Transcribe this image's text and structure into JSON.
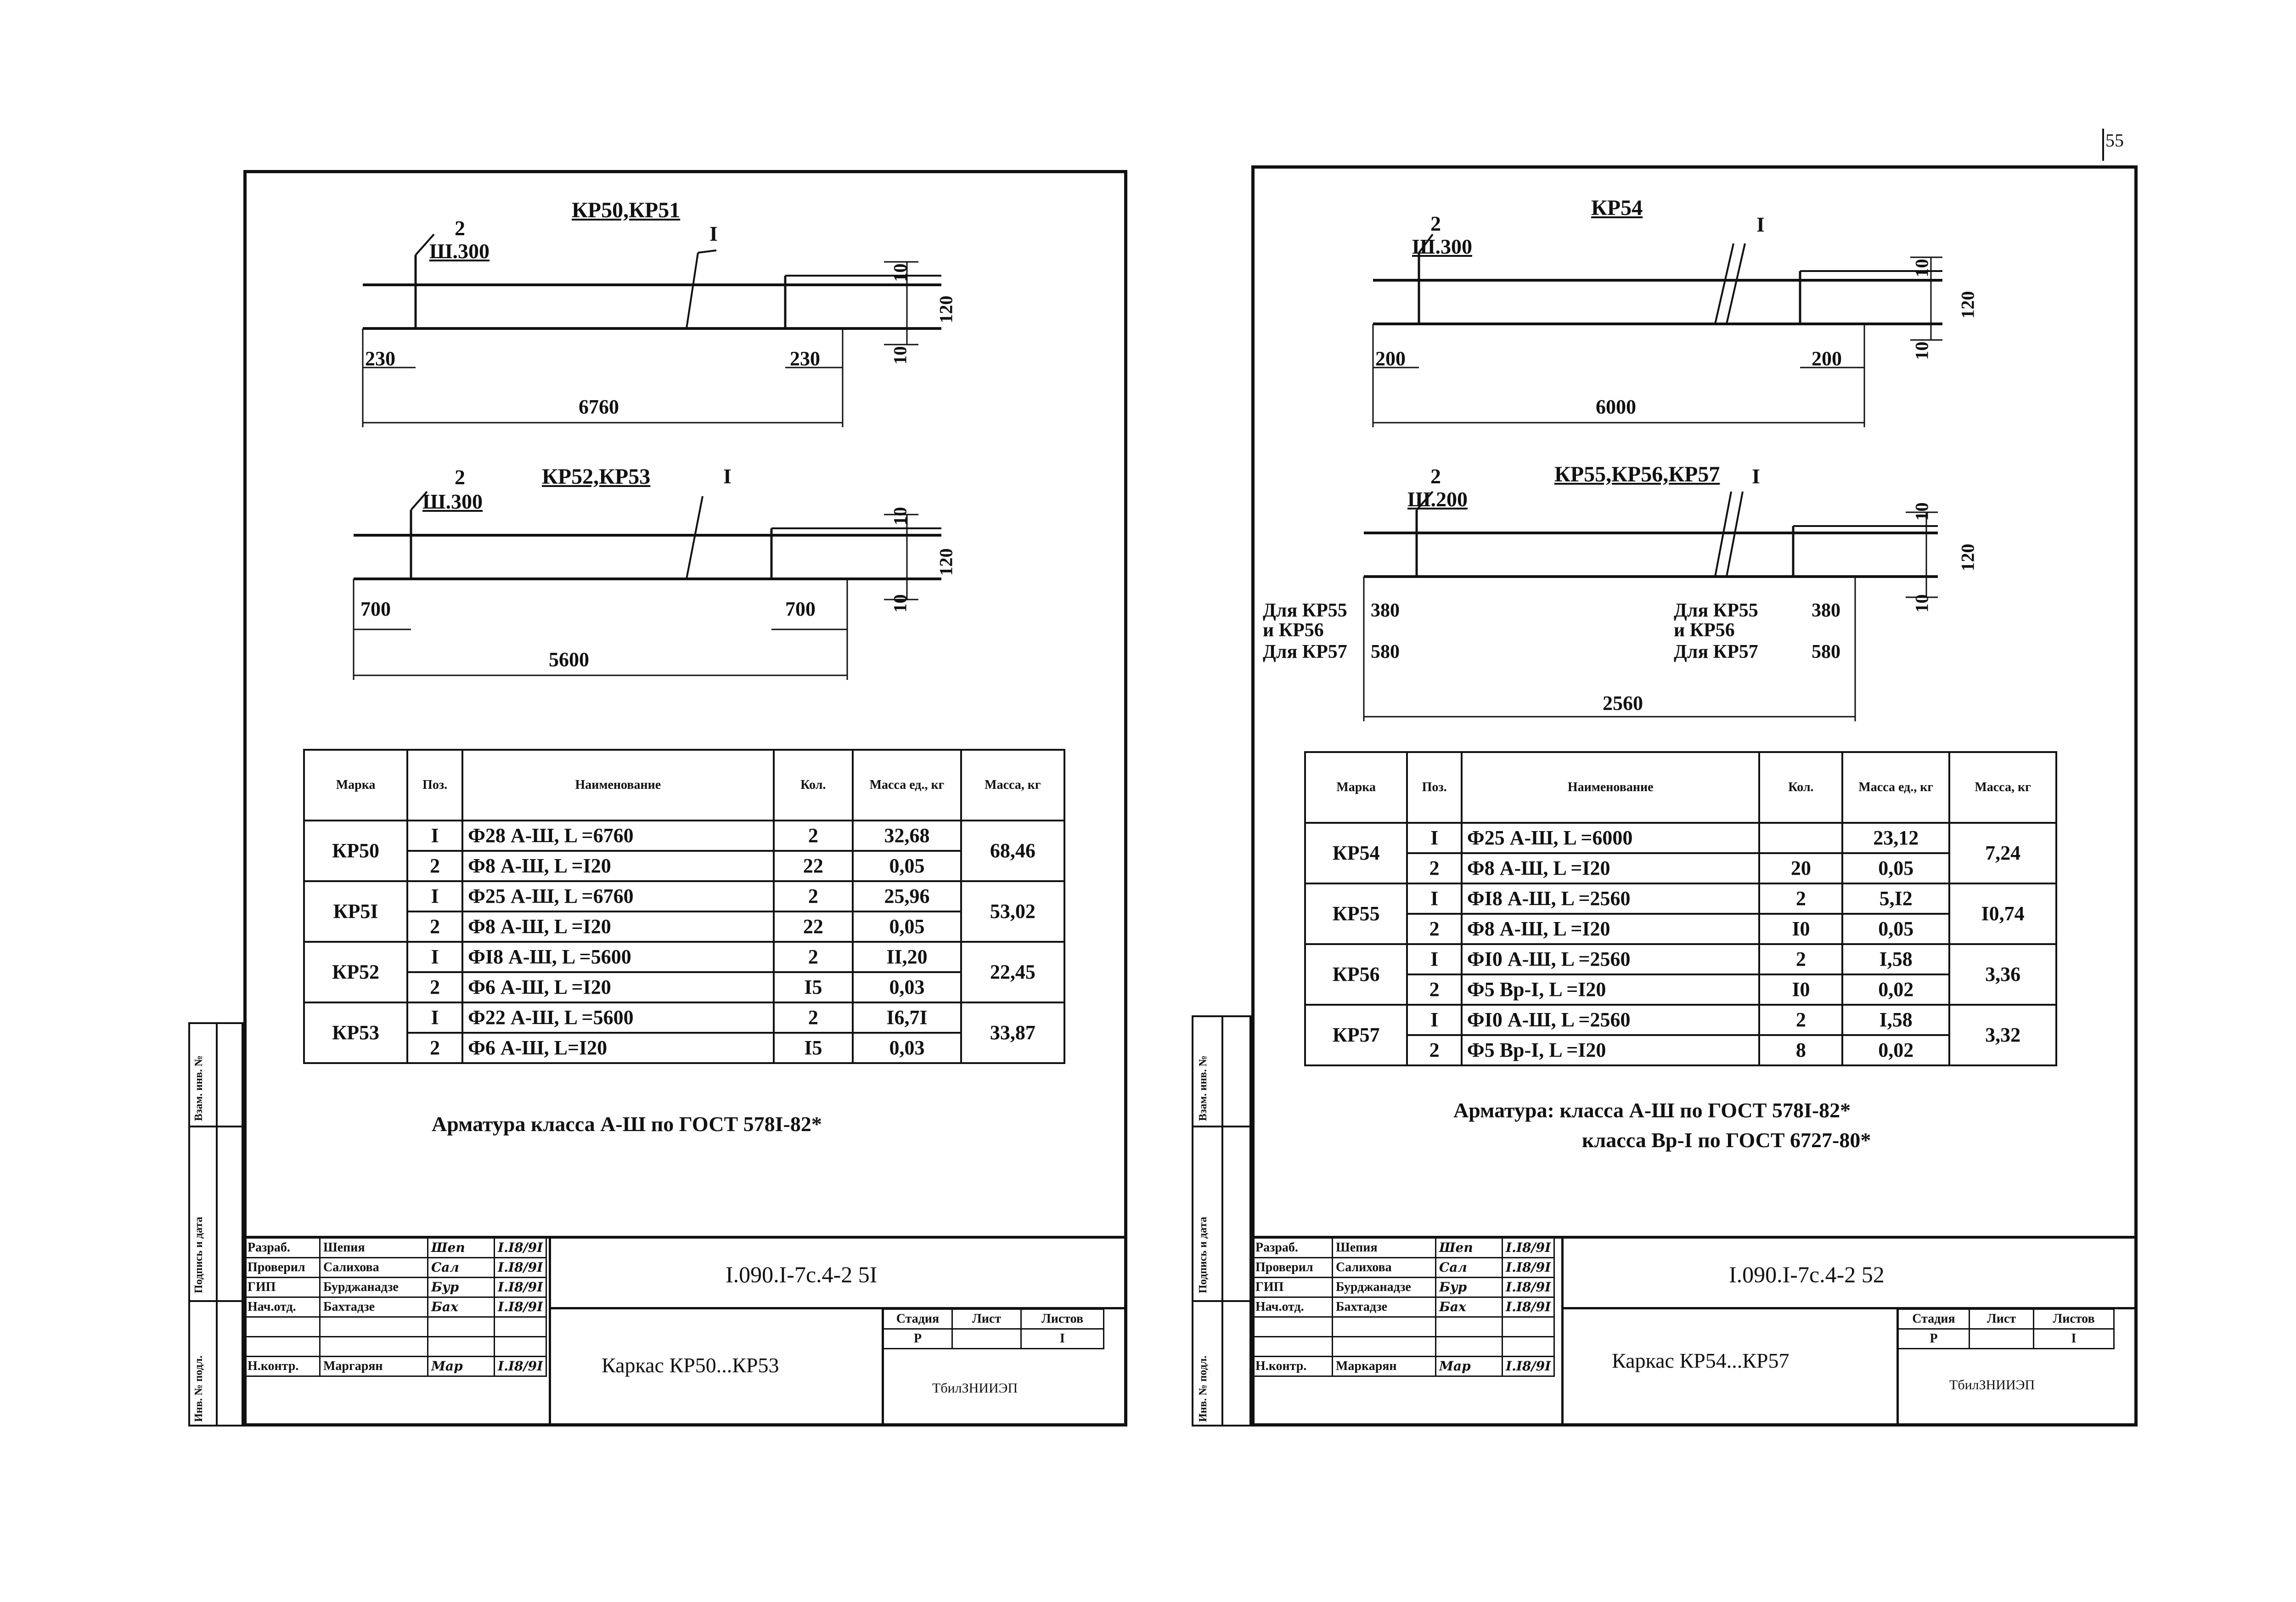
{
  "page_number": "55",
  "left": {
    "title1": "КР50,КР51",
    "title2": "КР52,КР53",
    "d1": {
      "count": "2",
      "step": "Ш.300",
      "pos": "I",
      "left": "230",
      "right": "230",
      "total": "6760",
      "v1": "10",
      "v2": "120",
      "v3": "10"
    },
    "d2": {
      "count": "2",
      "step": "Ш.300",
      "pos": "I",
      "left": "700",
      "right": "700",
      "total": "5600",
      "v1": "10",
      "v2": "120",
      "v3": "10"
    },
    "table": {
      "headers": [
        "Марка",
        "Поз.",
        "Наименование",
        "Кол.",
        "Масса ед., кг",
        "Масса, кг"
      ],
      "groups": [
        {
          "mark": "КР50",
          "mass": "68,46",
          "rows": [
            {
              "pos": "I",
              "name": "Ф28 А-Ш, L =6760",
              "qty": "2",
              "unit": "32,68"
            },
            {
              "pos": "2",
              "name": "Ф8 А-Ш, L =I20",
              "qty": "22",
              "unit": "0,05"
            }
          ]
        },
        {
          "mark": "КР5I",
          "mass": "53,02",
          "rows": [
            {
              "pos": "I",
              "name": "Ф25 А-Ш, L =6760",
              "qty": "2",
              "unit": "25,96"
            },
            {
              "pos": "2",
              "name": "Ф8 А-Ш, L =I20",
              "qty": "22",
              "unit": "0,05"
            }
          ]
        },
        {
          "mark": "КР52",
          "mass": "22,45",
          "rows": [
            {
              "pos": "I",
              "name": "ФI8 А-Ш, L =5600",
              "qty": "2",
              "unit": "II,20"
            },
            {
              "pos": "2",
              "name": "Ф6 А-Ш, L =I20",
              "qty": "I5",
              "unit": "0,03"
            }
          ]
        },
        {
          "mark": "КР53",
          "mass": "33,87",
          "rows": [
            {
              "pos": "I",
              "name": "Ф22 А-Ш, L =5600",
              "qty": "2",
              "unit": "I6,7I"
            },
            {
              "pos": "2",
              "name": "Ф6 А-Ш, L=I20",
              "qty": "I5",
              "unit": "0,03"
            }
          ]
        }
      ]
    },
    "note": "Арматура класса А-Ш по ГОСТ 578I-82*",
    "stamp": {
      "rows": [
        {
          "role": "Разраб.",
          "name": "Шепия",
          "sig": "Шеп",
          "date": "I.I8/9I"
        },
        {
          "role": "Проверил",
          "name": "Салихова",
          "sig": "Сал",
          "date": "I.I8/9I"
        },
        {
          "role": "ГИП",
          "name": "Бурджанадзе",
          "sig": "Бур",
          "date": "I.I8/9I"
        },
        {
          "role": "Нач.отд.",
          "name": "Бахтадзе",
          "sig": "Бах",
          "date": "I.I8/9I"
        },
        {
          "role": "",
          "name": "",
          "sig": "",
          "date": ""
        },
        {
          "role": "",
          "name": "",
          "sig": "",
          "date": ""
        },
        {
          "role": "Н.контр.",
          "name": "Маргарян",
          "sig": "Мар",
          "date": "I.I8/9I"
        }
      ],
      "code": "I.090.I-7с.4-2 5I",
      "title": "Каркас КР50...КР53",
      "stage_h": "Стадия",
      "sheet_h": "Лист",
      "sheets_h": "Листов",
      "stage": "Р",
      "sheet": "",
      "sheets": "I",
      "org": "ТбилЗНИИЭП"
    },
    "side": [
      "Инв. № подл.",
      "Подпись и дата",
      "Взам. инв. №"
    ]
  },
  "right": {
    "title1": "КР54",
    "title2": "КР55,КР56,КР57",
    "d1": {
      "count": "2",
      "step": "Ш.300",
      "pos": "I",
      "left": "200",
      "right": "200",
      "total": "6000",
      "v1": "10",
      "v2": "120",
      "v3": "10"
    },
    "d2": {
      "count": "2",
      "step": "Ш.200",
      "pos": "I",
      "for55": "Для КР55",
      "for56": "и КР56",
      "for57": "Для КР57",
      "left55": "380",
      "left57": "580",
      "right55": "380",
      "right57": "580",
      "total": "2560",
      "v1": "10",
      "v2": "120",
      "v3": "10"
    },
    "table": {
      "headers": [
        "Марка",
        "Поз.",
        "Наименование",
        "Кол.",
        "Масса ед., кг",
        "Масса, кг"
      ],
      "groups": [
        {
          "mark": "КР54",
          "mass": "7,24",
          "rows": [
            {
              "pos": "I",
              "name": "Ф25 А-Ш, L =6000",
              "qty": "",
              "unit": "23,12"
            },
            {
              "pos": "2",
              "name": "Ф8 А-Ш, L =I20",
              "qty": "20",
              "unit": "0,05"
            }
          ]
        },
        {
          "mark": "КР55",
          "mass": "I0,74",
          "rows": [
            {
              "pos": "I",
              "name": "ФI8 А-Ш, L =2560",
              "qty": "2",
              "unit": "5,I2"
            },
            {
              "pos": "2",
              "name": "Ф8 А-Ш, L =I20",
              "qty": "I0",
              "unit": "0,05"
            }
          ]
        },
        {
          "mark": "КР56",
          "mass": "3,36",
          "rows": [
            {
              "pos": "I",
              "name": "ФI0 А-Ш, L =2560",
              "qty": "2",
              "unit": "I,58"
            },
            {
              "pos": "2",
              "name": "Ф5 Вр-I, L =I20",
              "qty": "I0",
              "unit": "0,02"
            }
          ]
        },
        {
          "mark": "КР57",
          "mass": "3,32",
          "rows": [
            {
              "pos": "I",
              "name": "ФI0 А-Ш, L =2560",
              "qty": "2",
              "unit": "I,58"
            },
            {
              "pos": "2",
              "name": "Ф5 Вр-I, L =I20",
              "qty": "8",
              "unit": "0,02"
            }
          ]
        }
      ]
    },
    "note1": "Арматура: класса А-Ш по ГОСТ 578I-82*",
    "note2": "класса Вр-I по ГОСТ 6727-80*",
    "stamp": {
      "rows": [
        {
          "role": "Разраб.",
          "name": "Шепия",
          "sig": "Шеп",
          "date": "I.I8/9I"
        },
        {
          "role": "Проверил",
          "name": "Салихова",
          "sig": "Сал",
          "date": "I.I8/9I"
        },
        {
          "role": "ГИП",
          "name": "Бурджанадзе",
          "sig": "Бур",
          "date": "I.I8/9I"
        },
        {
          "role": "Нач.отд.",
          "name": "Бахтадзе",
          "sig": "Бах",
          "date": "I.I8/9I"
        },
        {
          "role": "",
          "name": "",
          "sig": "",
          "date": ""
        },
        {
          "role": "",
          "name": "",
          "sig": "",
          "date": ""
        },
        {
          "role": "Н.контр.",
          "name": "Маркарян",
          "sig": "Мар",
          "date": "I.I8/9I"
        }
      ],
      "code": "I.090.I-7с.4-2 52",
      "title": "Каркас КР54...КР57",
      "stage_h": "Стадия",
      "sheet_h": "Лист",
      "sheets_h": "Листов",
      "stage": "Р",
      "sheet": "",
      "sheets": "I",
      "org": "ТбилЗНИИЭП"
    },
    "side": [
      "Инв. № подл.",
      "Подпись и дата",
      "Взам. инв. №"
    ]
  }
}
